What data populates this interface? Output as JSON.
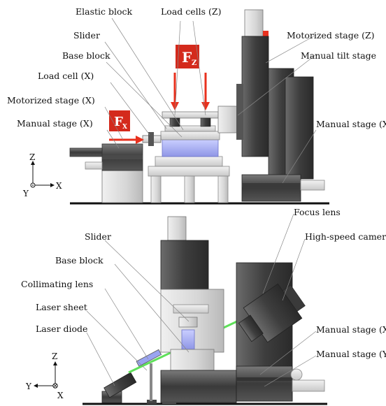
{
  "top_panel": {
    "labels": {
      "elastic_block": "Elastic block",
      "load_cells_z": "Load cells (Z)",
      "slider": "Slider",
      "base_block": "Base block",
      "load_cell_x": "Load cell (X)",
      "motorized_stage_x": "Motorized stage (X)",
      "manual_stage_x_left": "Manual stage (X)",
      "motorized_stage_z": "Motorized stage (Z)",
      "manual_tilt_stage": "Manual tilt stage",
      "manual_stage_x_right": "Manual stage (X)"
    },
    "force_z": {
      "symbol": "F",
      "subscript": "Z"
    },
    "force_x": {
      "symbol": "F",
      "subscript": "X"
    },
    "axes": {
      "up": "Z",
      "right": "X",
      "out": "Y"
    }
  },
  "bottom_panel": {
    "labels": {
      "slider": "Slider",
      "base_block": "Base block",
      "collimating_lens": "Collimating lens",
      "laser_sheet": "Laser sheet",
      "laser_diode": "Laser diode",
      "focus_lens": "Focus lens",
      "high_speed_camera": "High-speed camera",
      "manual_stage_x": "Manual stage (X)",
      "manual_stage_y": "Manual stage (Y)"
    },
    "axes": {
      "up": "Z",
      "left": "Y",
      "in": "X"
    }
  },
  "colors": {
    "force_arrow": "#e8311e",
    "force_box": "#d42a1c",
    "laser_beam": "#5fe05a",
    "elastic_block": "#b6bcf2"
  }
}
